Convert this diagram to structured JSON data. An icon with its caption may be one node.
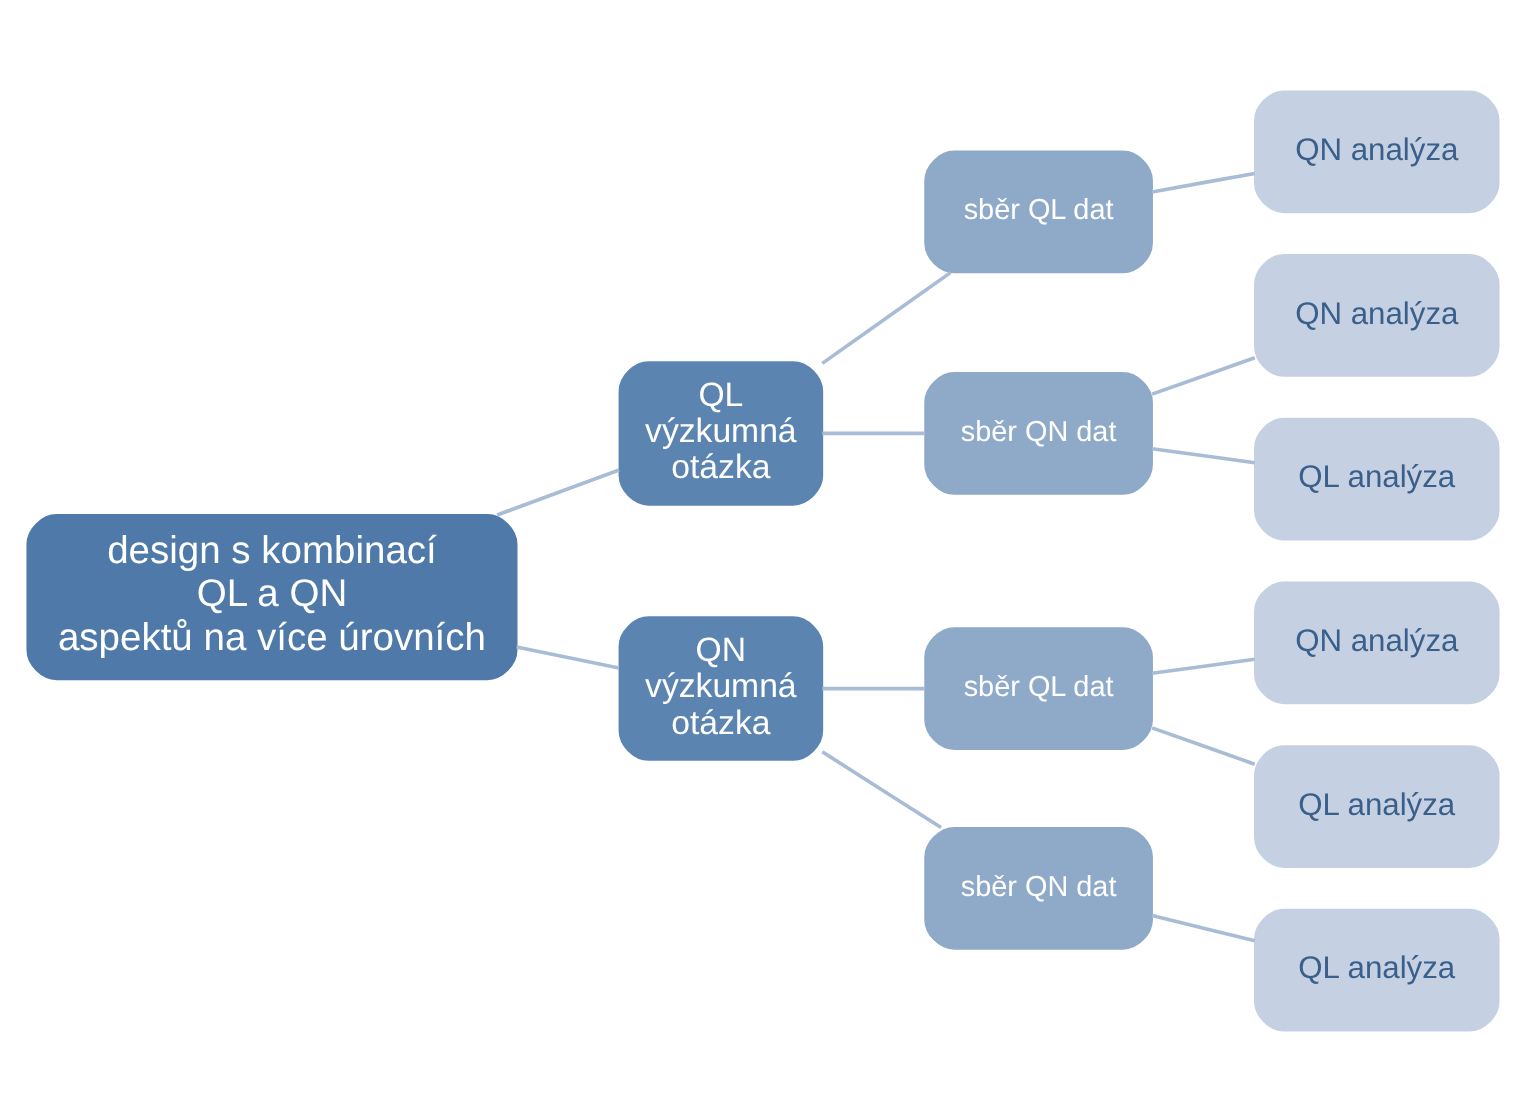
{
  "diagram": {
    "nodes": [
      {
        "text": [
          "design s kombinací QL a QN aspektů na více úrovních"
        ]
      },
      {
        "text": [
          "QL výzkumná otázka"
        ]
      },
      {
        "text": [
          "sběr QL dat"
        ]
      },
      {
        "text": [
          "QN analýza"
        ]
      },
      {
        "text": [
          "sběr QN dat"
        ]
      },
      {
        "text": [
          "QN analýza"
        ]
      },
      {
        "text": [
          "QL analýza"
        ]
      },
      {
        "text": [
          "QN výzkumná otázka"
        ]
      },
      {
        "text": [
          "sběr QL dat"
        ]
      },
      {
        "text": [
          "QN analýza"
        ]
      },
      {
        "text": [
          "QL analýza"
        ]
      },
      {
        "text": [
          "sběr QN dat"
        ]
      },
      {
        "text": [
          "QL analýza"
        ]
      }
    ],
    "edges": [
      {
        "from": 0,
        "to": 1,
        "arrow": "none"
      },
      {
        "from": 1,
        "to": 2,
        "arrow": "none"
      },
      {
        "from": 2,
        "to": 3,
        "arrow": "none"
      },
      {
        "from": 1,
        "to": 4,
        "arrow": "none"
      },
      {
        "from": 4,
        "to": 5,
        "arrow": "none"
      },
      {
        "from": 4,
        "to": 6,
        "arrow": "none"
      },
      {
        "from": 0,
        "to": 7,
        "arrow": "none"
      },
      {
        "from": 7,
        "to": 8,
        "arrow": "none"
      },
      {
        "from": 8,
        "to": 9,
        "arrow": "none"
      },
      {
        "from": 8,
        "to": 10,
        "arrow": "none"
      },
      {
        "from": 7,
        "to": 11,
        "arrow": "none"
      },
      {
        "from": 11,
        "to": 12,
        "arrow": "none"
      }
    ]
  }
}
